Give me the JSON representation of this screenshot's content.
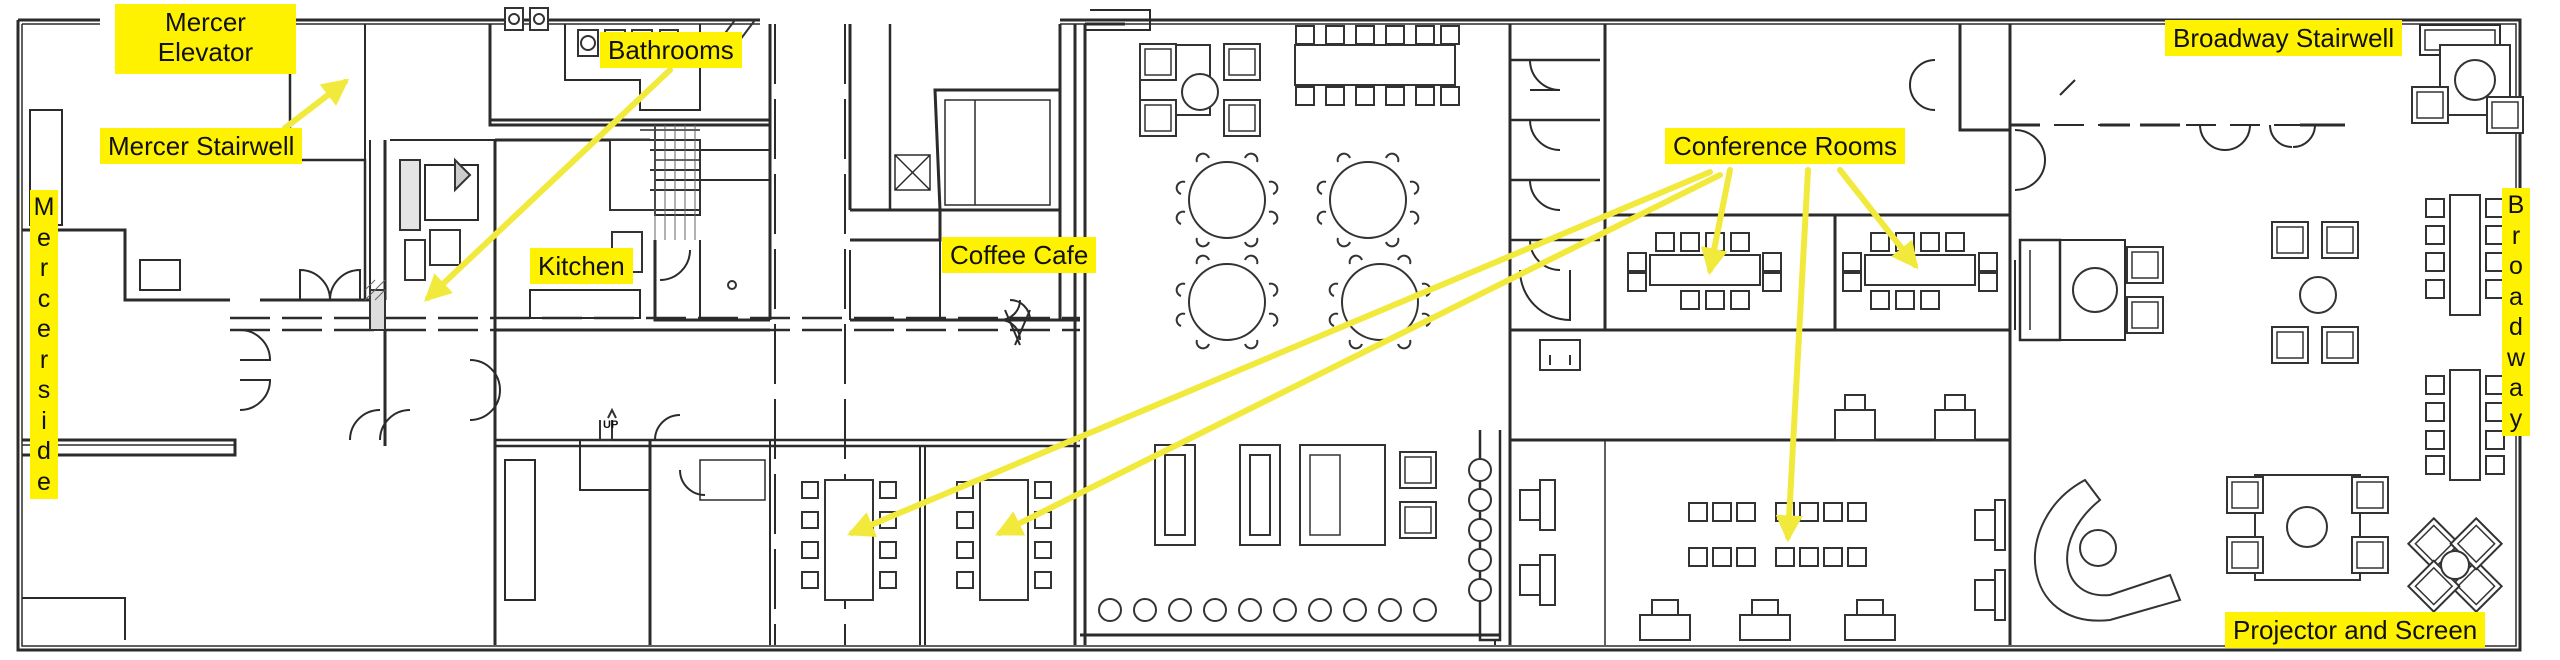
{
  "labels": {
    "mercer_elevator": "Mercer Elevator",
    "bathrooms": "Bathrooms",
    "mercer_stairwell": "Mercer Stairwell",
    "mercerside": "Mercerside",
    "kitchen": "Kitchen",
    "coffee_cafe": "Coffee Cafe",
    "conference_rooms": "Conference Rooms",
    "broadway_stairwell": "Broadway Stairwell",
    "broadway": "Broadway",
    "projector_and_screen": "Projector and Screen",
    "up_marker": "UP"
  },
  "colors": {
    "label_fill": "#fff200",
    "arrow": "#f2e93d",
    "walls": "#2b2b2b"
  }
}
